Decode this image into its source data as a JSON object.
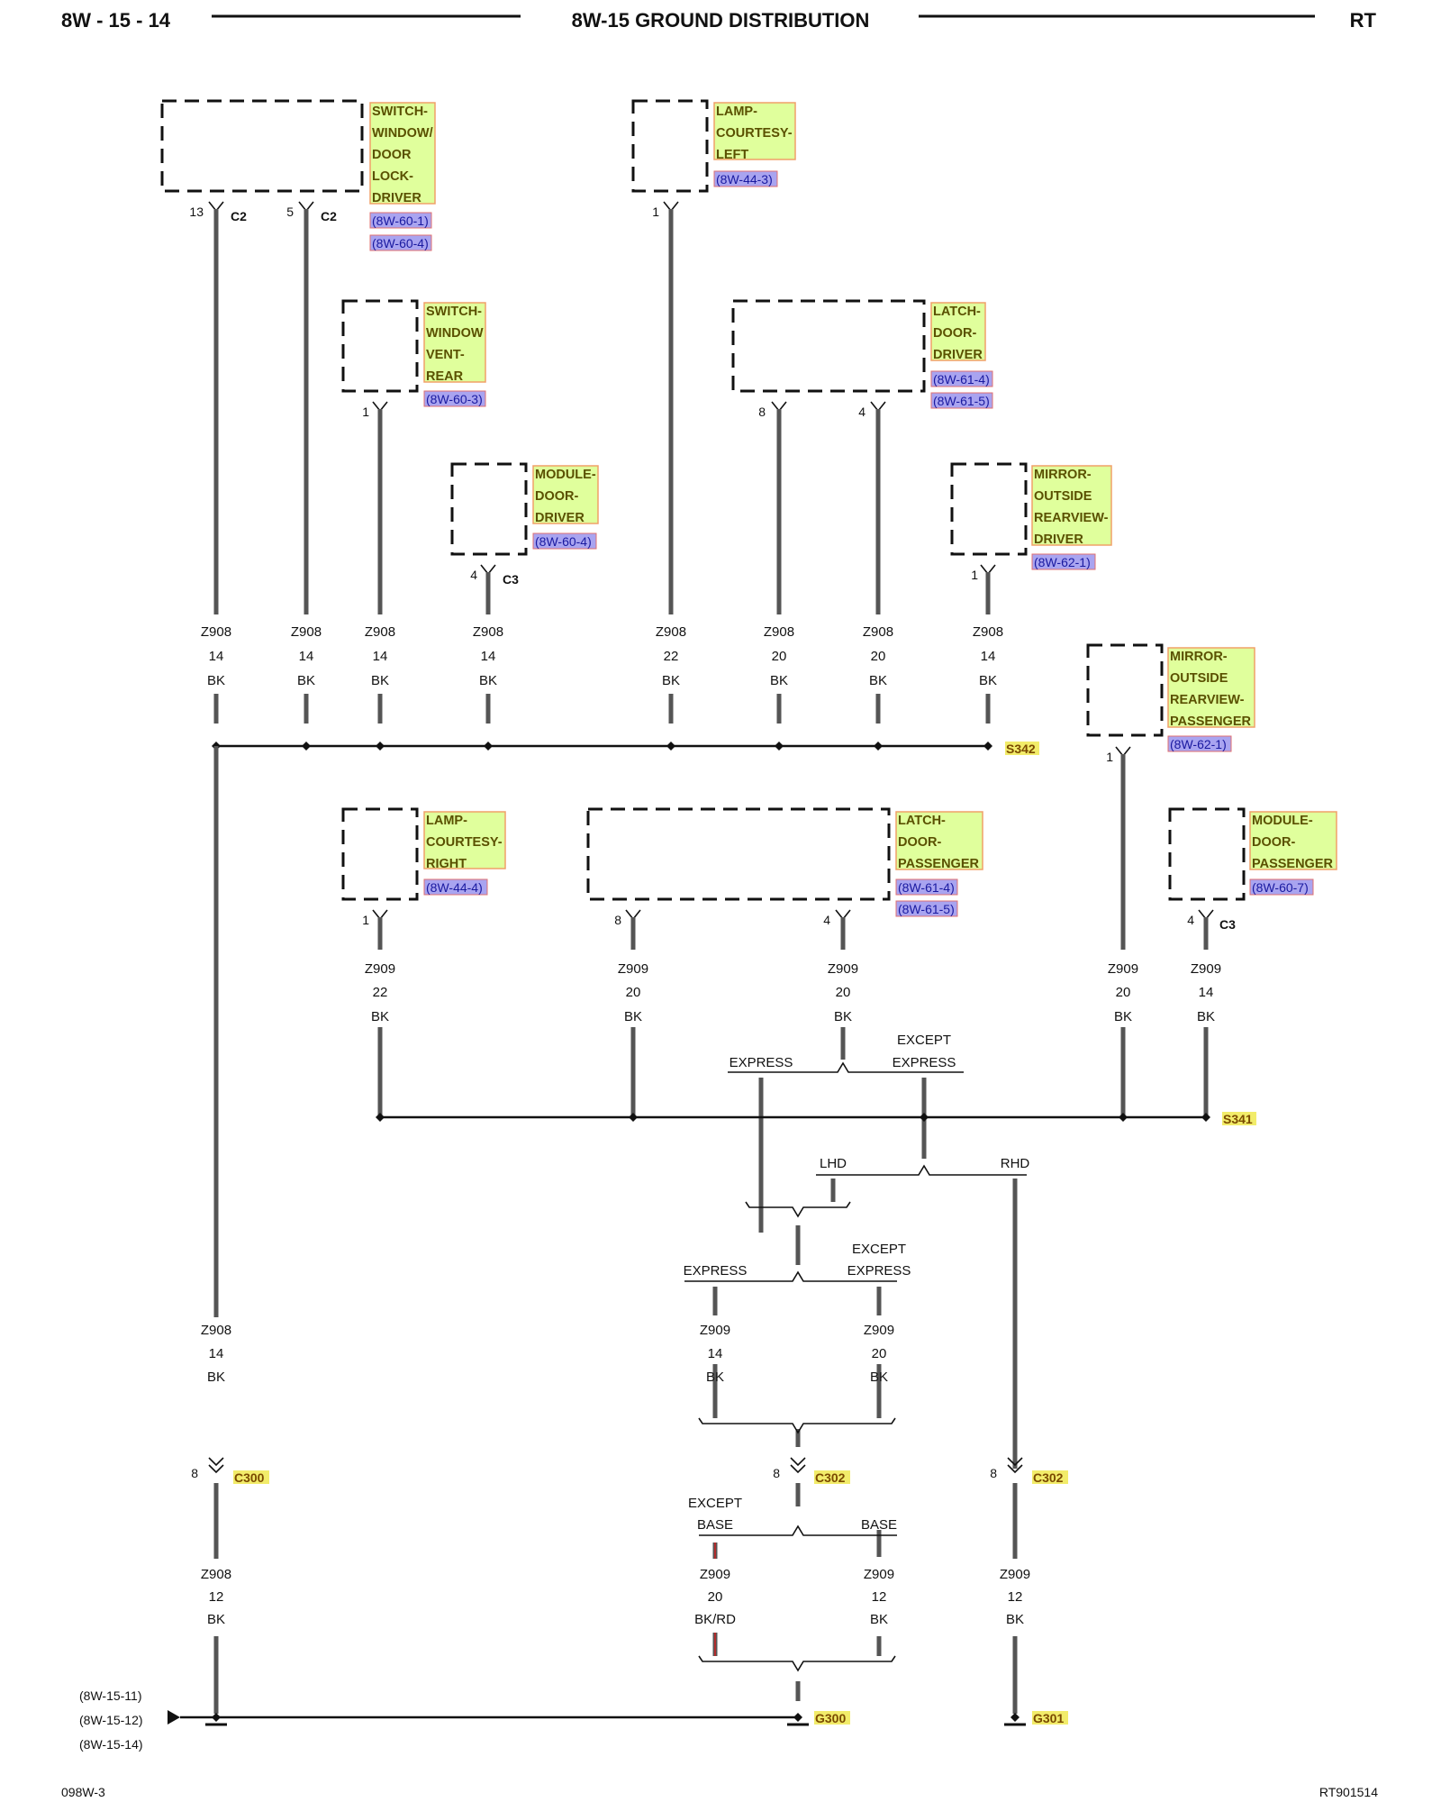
{
  "header": {
    "left": "8W - 15 - 14",
    "title": "8W-15 GROUND DISTRIBUTION",
    "right": "RT"
  },
  "footer": {
    "left": "098W-3",
    "right": "RT901514"
  },
  "components": {
    "sw_window_lock_driver": {
      "lines": [
        "SWITCH-",
        "WINDOW/",
        "DOOR",
        "LOCK-",
        "DRIVER"
      ],
      "refs": [
        "(8W-60-1)",
        "(8W-60-4)"
      ]
    },
    "lamp_courtesy_left": {
      "lines": [
        "LAMP-",
        "COURTESY-",
        "LEFT"
      ],
      "refs": [
        "(8W-44-3)"
      ]
    },
    "sw_window_vent_rear": {
      "lines": [
        "SWITCH-",
        "WINDOW",
        "VENT-",
        "REAR"
      ],
      "refs": [
        "(8W-60-3)"
      ]
    },
    "latch_door_driver": {
      "lines": [
        "LATCH-",
        "DOOR-",
        "DRIVER"
      ],
      "refs": [
        "(8W-61-4)",
        "(8W-61-5)"
      ]
    },
    "module_door_driver": {
      "lines": [
        "MODULE-",
        "DOOR-",
        "DRIVER"
      ],
      "refs": [
        "(8W-60-4)"
      ]
    },
    "mirror_driver": {
      "lines": [
        "MIRROR-",
        "OUTSIDE",
        "REARVIEW-",
        "DRIVER"
      ],
      "refs": [
        "(8W-62-1)"
      ]
    },
    "mirror_passenger": {
      "lines": [
        "MIRROR-",
        "OUTSIDE",
        "REARVIEW-",
        "PASSENGER"
      ],
      "refs": [
        "(8W-62-1)"
      ]
    },
    "lamp_courtesy_right": {
      "lines": [
        "LAMP-",
        "COURTESY-",
        "RIGHT"
      ],
      "refs": [
        "(8W-44-4)"
      ]
    },
    "latch_door_passenger": {
      "lines": [
        "LATCH-",
        "DOOR-",
        "PASSENGER"
      ],
      "refs": [
        "(8W-61-4)",
        "(8W-61-5)"
      ]
    },
    "module_door_passenger": {
      "lines": [
        "MODULE-",
        "DOOR-",
        "PASSENGER"
      ],
      "refs": [
        "(8W-60-7)"
      ]
    }
  },
  "pins": {
    "p13": "13",
    "c2a": "C2",
    "p5": "5",
    "c2b": "C2",
    "p1_lamp_left": "1",
    "p1_vent": "1",
    "p8_latch_drv": "8",
    "p4_latch_drv": "4",
    "p4_module_drv": "4",
    "c3_drv": "C3",
    "p1_mirror_drv": "1",
    "p1_mirror_pass": "1",
    "p1_lamp_right": "1",
    "p8_latch_pass": "8",
    "p4_latch_pass": "4",
    "p4_module_pass": "4",
    "c3_pass": "C3"
  },
  "wires_upper": [
    {
      "circuit": "Z908",
      "gauge": "14",
      "color": "BK"
    },
    {
      "circuit": "Z908",
      "gauge": "14",
      "color": "BK"
    },
    {
      "circuit": "Z908",
      "gauge": "14",
      "color": "BK"
    },
    {
      "circuit": "Z908",
      "gauge": "14",
      "color": "BK"
    },
    {
      "circuit": "Z908",
      "gauge": "22",
      "color": "BK"
    },
    {
      "circuit": "Z908",
      "gauge": "20",
      "color": "BK"
    },
    {
      "circuit": "Z908",
      "gauge": "20",
      "color": "BK"
    },
    {
      "circuit": "Z908",
      "gauge": "14",
      "color": "BK"
    }
  ],
  "wires_lower": [
    {
      "circuit": "Z909",
      "gauge": "22",
      "color": "BK"
    },
    {
      "circuit": "Z909",
      "gauge": "20",
      "color": "BK"
    },
    {
      "circuit": "Z909",
      "gauge": "20",
      "color": "BK"
    },
    {
      "circuit": "Z909",
      "gauge": "20",
      "color": "BK"
    },
    {
      "circuit": "Z909",
      "gauge": "14",
      "color": "BK"
    }
  ],
  "wires_bottom": {
    "left_upper": {
      "circuit": "Z908",
      "gauge": "14",
      "color": "BK"
    },
    "left_lower": {
      "circuit": "Z908",
      "gauge": "12",
      "color": "BK"
    },
    "mid_express": {
      "circuit": "Z909",
      "gauge": "14",
      "color": "BK"
    },
    "mid_except_express": {
      "circuit": "Z909",
      "gauge": "20",
      "color": "BK"
    },
    "mid_except_base": {
      "circuit": "Z909",
      "gauge": "20",
      "color": "BK/RD"
    },
    "mid_base": {
      "circuit": "Z909",
      "gauge": "12",
      "color": "BK"
    },
    "right": {
      "circuit": "Z909",
      "gauge": "12",
      "color": "BK"
    }
  },
  "splices": {
    "s342": "S342",
    "s341": "S341"
  },
  "connectors": {
    "c300": "C300",
    "c300_pin": "8",
    "c302_mid": "C302",
    "c302_mid_pin": "8",
    "c302_right": "C302",
    "c302_right_pin": "8"
  },
  "grounds": {
    "g300": "G300",
    "g301": "G301"
  },
  "options": {
    "express_top": "EXPRESS",
    "except_top_1": "EXCEPT",
    "except_top_2": "EXPRESS",
    "lhd": "LHD",
    "rhd": "RHD",
    "express_mid": "EXPRESS",
    "except_mid_1": "EXCEPT",
    "except_mid_2": "EXPRESS",
    "except_base_1": "EXCEPT",
    "except_base_2": "BASE",
    "base": "BASE"
  },
  "page_refs": [
    "(8W-15-11)",
    "(8W-15-12)",
    "(8W-15-14)"
  ],
  "colors": {
    "component_fill": "#e0ff9c",
    "component_border": "#f0a068",
    "ref_fill": "#a9a4f0",
    "tag_fill": "#f2ec6a",
    "wire": "#555555"
  }
}
